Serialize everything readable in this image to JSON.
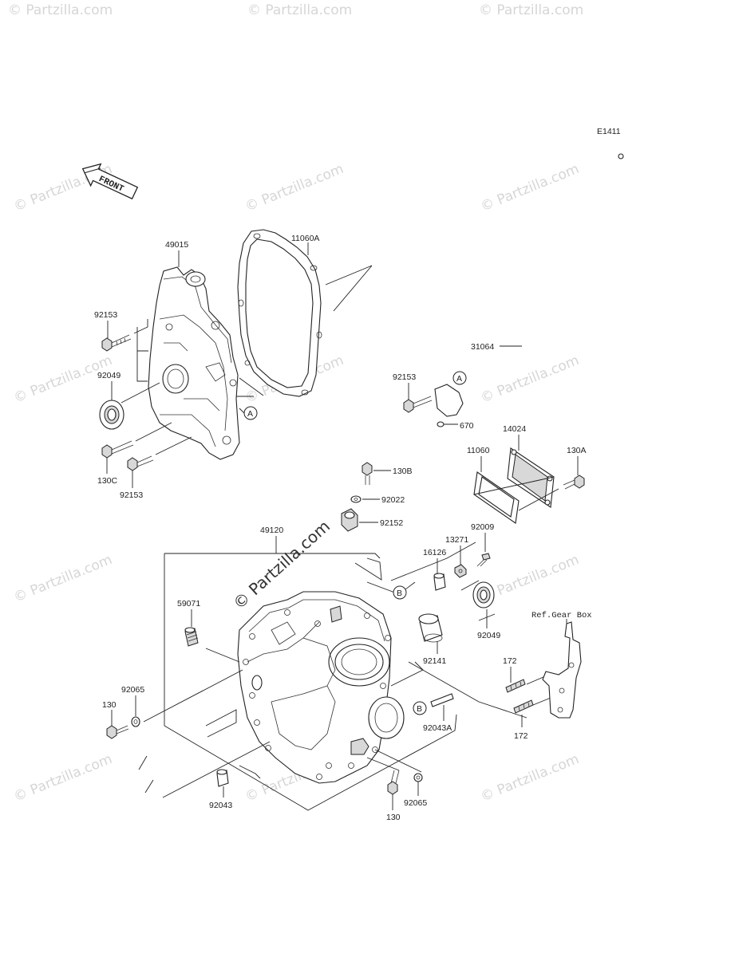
{
  "diagram_code": "E1411",
  "front_label": "FRONT",
  "ref_label": "Ref.Gear Box",
  "callouts": {
    "A": "A",
    "B": "B"
  },
  "parts": {
    "p49015": "49015",
    "p11060A": "11060A",
    "p92153a": "92153",
    "p92049a": "92049",
    "p130C": "130C",
    "p92153b": "92153",
    "p31064": "31064",
    "p92153c": "92153",
    "p670": "670",
    "p14024": "14024",
    "p11060": "11060",
    "p130A": "130A",
    "p130B": "130B",
    "p92022": "92022",
    "p92152": "92152",
    "p49120": "49120",
    "p92009": "92009",
    "p13271": "13271",
    "p16126": "16126",
    "p59071": "59071",
    "p92049b": "92049",
    "p92141": "92141",
    "p172a": "172",
    "p172b": "172",
    "p92065a": "92065",
    "p130a": "130",
    "p92043A": "92043A",
    "p92043": "92043",
    "p92065b": "92065",
    "p130b": "130"
  },
  "watermark_small": "© Partzilla.com",
  "watermark_large": "© Partzilla.com"
}
